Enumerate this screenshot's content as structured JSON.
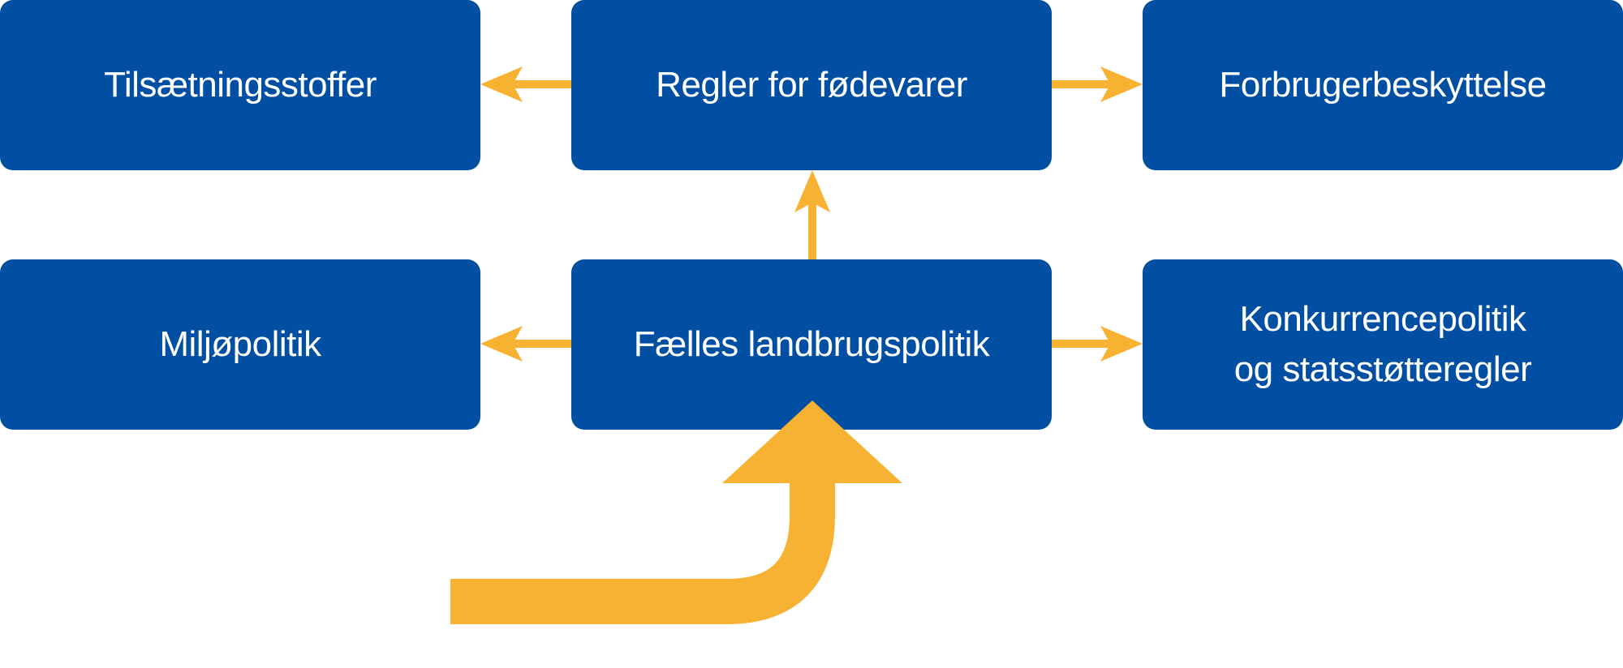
{
  "colors": {
    "box_fill": "#004FA2",
    "box_text": "#FFFFFF",
    "arrow": "#F7B233",
    "background": "#FFFFFF"
  },
  "boxes": {
    "top_left": "Tilsætningsstoffer",
    "top_middle": "Regler for fødevarer",
    "top_right": "Forbrugerbeskyttelse",
    "bottom_left": "Miljøpolitik",
    "bottom_middle": "Fælles landbrugspolitik",
    "bottom_right": "Konkurrencepolitik\nog statsstøtteregler"
  }
}
